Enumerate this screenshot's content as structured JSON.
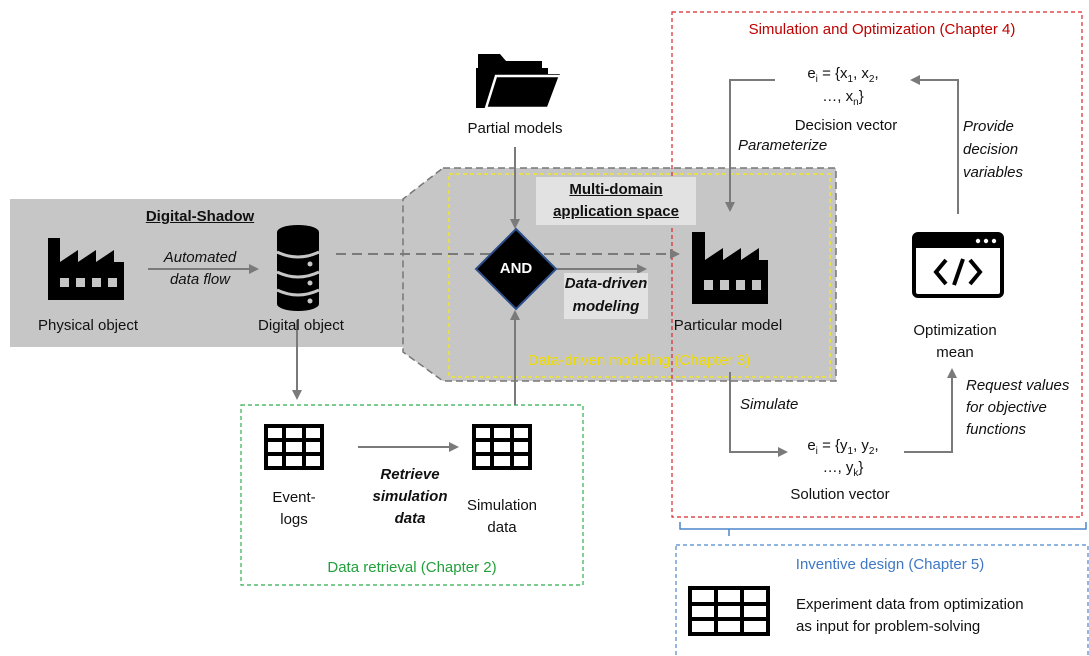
{
  "colors": {
    "gray_area": "#c6c6c6",
    "red_dashed": "#d9262b",
    "yellow_dashed": "#f0e62a",
    "green_dashed": "#2fae4e",
    "blue_dashed": "#4c86cc",
    "red_text": "#c00000",
    "yellow_text": "#f0dc00",
    "green_text": "#22a03c",
    "blue_text": "#3f78c4",
    "arrow": "#7a7a7a"
  },
  "icons": [
    "factory-icon",
    "database-icon",
    "folder-icon",
    "table-grid-icon",
    "code-window-icon",
    "and-diamond-icon"
  ],
  "digital_shadow": {
    "title": "Digital-Shadow",
    "physical_object": "Physical object",
    "digital_object": "Digital object",
    "flow_label_line1": "Automated",
    "flow_label_line2": "data flow"
  },
  "partial_models": {
    "label": "Partial models"
  },
  "and_gate": {
    "label": "AND"
  },
  "multi_domain": {
    "line1": "Multi-domain",
    "line2": "application space"
  },
  "data_driven": {
    "line1": "Data-driven",
    "line2": "modeling"
  },
  "particular_model": {
    "label": "Particular model"
  },
  "chapter3": {
    "label": "Data-driven modeling (Chapter 3)"
  },
  "data_retrieval": {
    "chapter_label": "Data retrieval (Chapter 2)",
    "event_logs_line1": "Event-",
    "event_logs_line2": "logs",
    "retrieve_line1": "Retrieve",
    "retrieve_line2": "simulation",
    "retrieve_line3": "data",
    "sim_data_line1": "Simulation",
    "sim_data_line2": "data"
  },
  "simulation_optimization": {
    "chapter_label": "Simulation and Optimization (Chapter 4)",
    "decision_vector_line1": "e",
    "decision_vector_line1b": "i",
    "decision_vector_line1c": " = {x",
    "decision_vector_line1d": "1",
    "decision_vector_line1e": ", x",
    "decision_vector_line1f": "2",
    "decision_vector_line1g": ",",
    "decision_vector_line2a": "…, x",
    "decision_vector_line2b": "n",
    "decision_vector_line2c": "}",
    "decision_vector_label": "Decision vector",
    "parameterize": "Parameterize",
    "provide_line1": "Provide",
    "provide_line2": "decision",
    "provide_line3": "variables",
    "optimization_line1": "Optimization",
    "optimization_line2": "mean",
    "simulate": "Simulate",
    "request_line1": "Request values",
    "request_line2": "for objective",
    "request_line3": "functions",
    "solution_vector_line1a": "e",
    "solution_vector_line1b": "i",
    "solution_vector_line1c": " = {y",
    "solution_vector_line1d": "1",
    "solution_vector_line1e": ", y",
    "solution_vector_line1f": "2",
    "solution_vector_line1g": ",",
    "solution_vector_line2a": "…, y",
    "solution_vector_line2b": "k",
    "solution_vector_line2c": "}",
    "solution_vector_label": "Solution vector"
  },
  "inventive_design": {
    "chapter_label": "Inventive design (Chapter 5)",
    "line1": "Experiment data from optimization",
    "line2": "as input for problem-solving"
  }
}
